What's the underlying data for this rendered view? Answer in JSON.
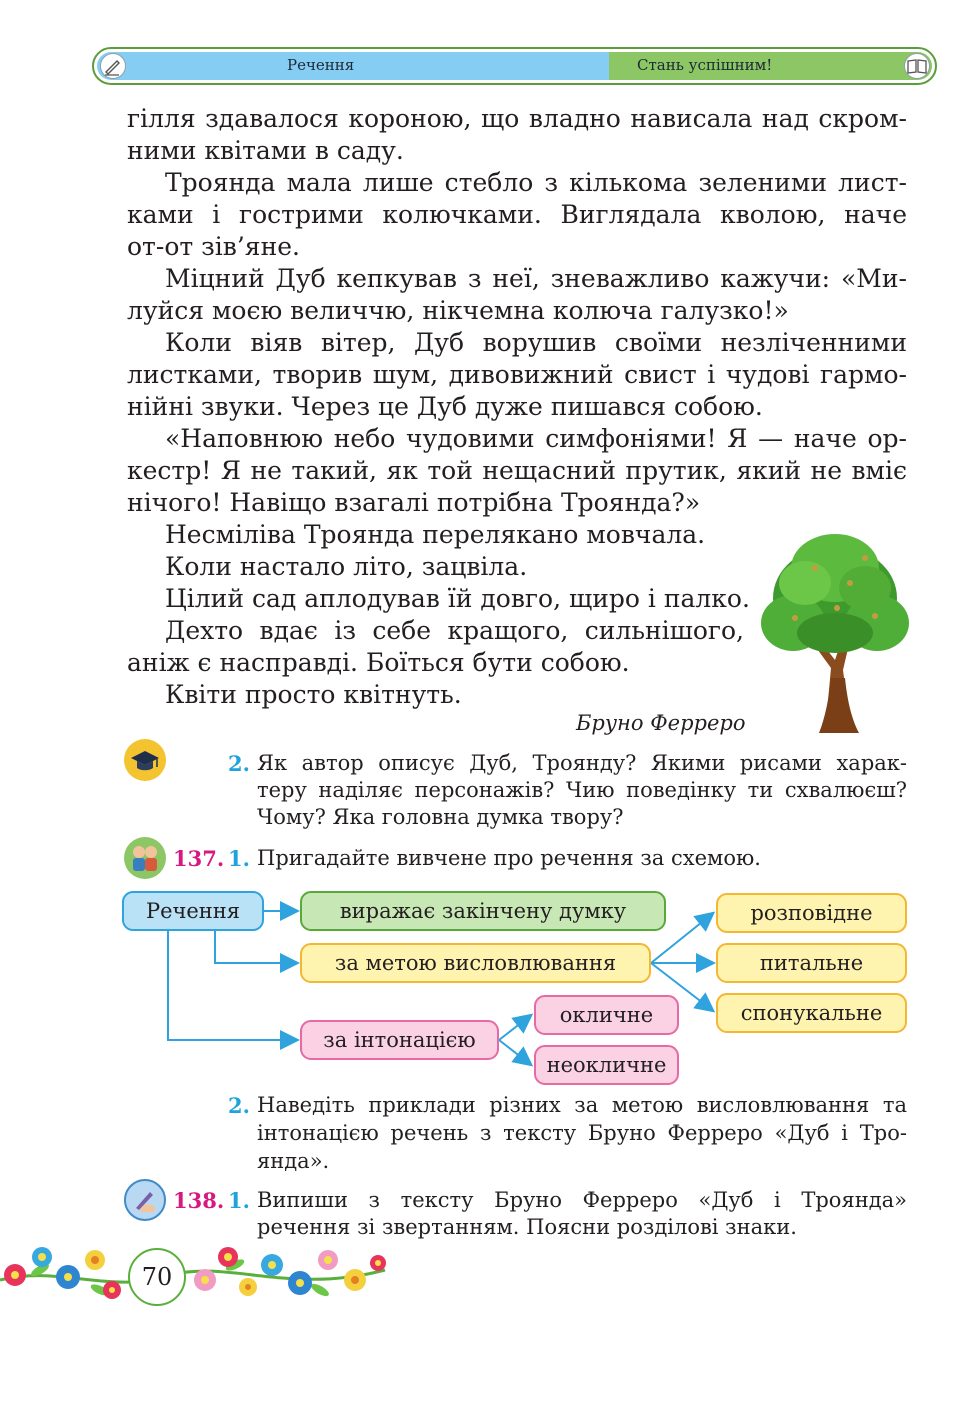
{
  "header": {
    "section_title": "Речення",
    "motto": "Стань успішним!",
    "left_icon": "pen-icon",
    "right_icon": "book-icon"
  },
  "text": {
    "lines": [
      "гілля здавалося короною, що владно нависала над скром-",
      "ними квітами в саду.",
      "Троянда мала лише стебло з кількома зеленими лист-",
      "ками і гострими колючками. Виглядала кволою, наче",
      "от-от зів’яне.",
      "Міцний Дуб кепкував з неї, зневажливо кажучи: «Ми-",
      "луйся моєю величчю, нікчемна колюча галузко!»",
      "Коли віяв вітер, Дуб ворушив своїми незліченними",
      "листками, творив шум, дивовижний свист і чудові гармо-",
      "нійні звуки. Через це Дуб дуже пишався собою.",
      "«Наповнюю небо чудовими симфоніями! Я — наче ор-",
      "кестр! Я не такий, як той нещасний прутик, який не вміє",
      "нічого! Навіщо взагалі потрібна Троянда?»",
      "Несміліва Троянда перелякано мовчала.",
      "Коли настало літо, зацвіла.",
      "Цілий сад аплодував їй довго, щиро і палко.",
      "Дехто вдає із себе кращого, сильнішого,",
      "аніж є насправді. Боїться бути собою.",
      "Квіти просто квітнуть."
    ],
    "author": "Бруно Ферреро"
  },
  "task2": {
    "number": "2.",
    "lines": [
      "Як автор описує Дуб, Троянду? Якими рисами харак-",
      "теру наділяє персонажів? Чию поведінку ти схвалюєш?",
      "Чому? Яка головна думка твору?"
    ]
  },
  "ex137": {
    "number": "137.",
    "part1_number": "1.",
    "part1_text": "Пригадайте вивчене про речення за схемою.",
    "part2_number": "2.",
    "part2_lines": [
      "Наведіть приклади різних за метою висловлювання та",
      "інтонацією речень з тексту Бруно Ферреро «Дуб і Тро-",
      "янда»."
    ]
  },
  "diagram": {
    "root": "Речення",
    "expresses": "виражає закінчену думку",
    "by_purpose": "за метою висловлювання",
    "by_intonation": "за інтонацією",
    "purpose_types": [
      "розповідне",
      "питальне",
      "спонукальне"
    ],
    "intonation_types": [
      "окличне",
      "неокличне"
    ]
  },
  "ex138": {
    "number": "138.",
    "part1_number": "1.",
    "lines": [
      "Випиши з тексту Бруно Ферреро «Дуб і Троянда»",
      "речення зі звертанням. Поясни розділові знаки."
    ]
  },
  "page_number": "70"
}
